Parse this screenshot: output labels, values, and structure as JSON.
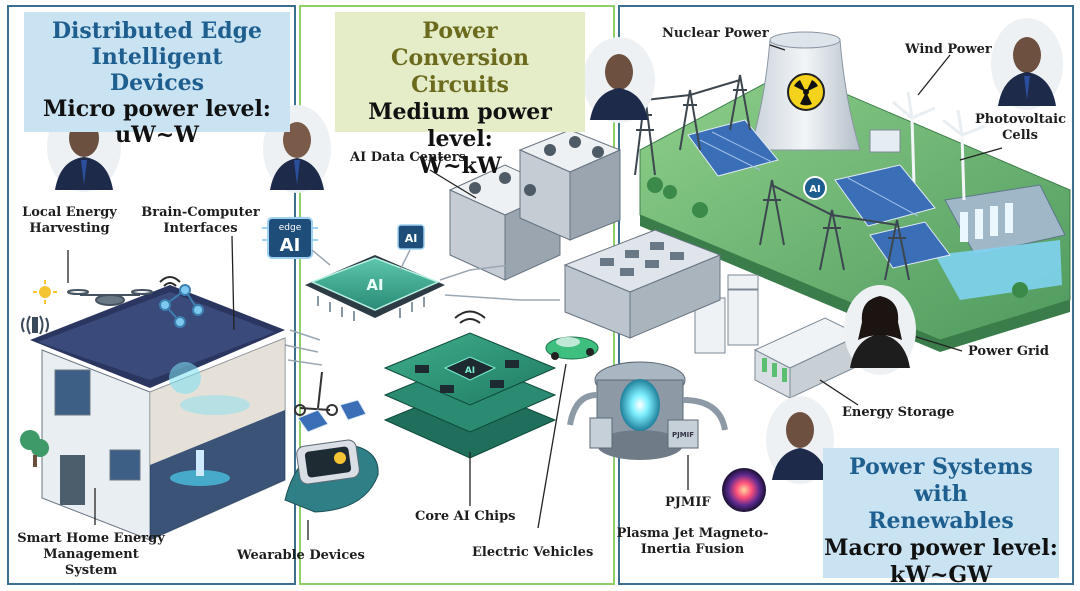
{
  "panels": {
    "micro": {
      "title": "Distributed Edge Intelligent Devices",
      "level": "Micro power level:",
      "range": "uW~W",
      "title_color": "#1f5f8f",
      "bg": "#c9e3f2"
    },
    "medium": {
      "title": "Power Conversion Circuits",
      "level": "Medium power level:",
      "range": "W~kW",
      "title_color": "#6b6a1d",
      "bg": "#e4ecc8"
    },
    "macro": {
      "title": "Power Systems with Renewables",
      "level": "Macro power level:",
      "range": "kW~GW",
      "title_color": "#1f5f8f",
      "bg": "#c9e3f2"
    }
  },
  "labels": {
    "local_energy": "Local Energy Harvesting",
    "bci": "Brain-Computer Interfaces",
    "smart_home": "Smart Home Energy Management System",
    "wearable": "Wearable Devices",
    "ai_data_centers": "AI Data Centers",
    "core_ai_chips": "Core AI Chips",
    "electric_vehicles": "Electric Vehicles",
    "pjmif": "PJMIF",
    "plasma_jet": "Plasma Jet Magneto-Inertia Fusion",
    "nuclear": "Nuclear Power",
    "wind": "Wind Power",
    "pv": "Photovoltaic Cells",
    "grid": "Power Grid",
    "storage": "Energy Storage"
  },
  "chip_text": {
    "edge_top": "edge",
    "edge_ai": "AI",
    "small_ai": "AI",
    "big_ai": "AI",
    "board_ai": "AI",
    "pjmif_sign": "PJMIF"
  },
  "colors": {
    "micro_border": "#3b6f8f",
    "medium_border": "#8fcf6a",
    "macro_border": "#3b6f8f",
    "grass": "#5fae6a",
    "chip": "#37a88f"
  }
}
